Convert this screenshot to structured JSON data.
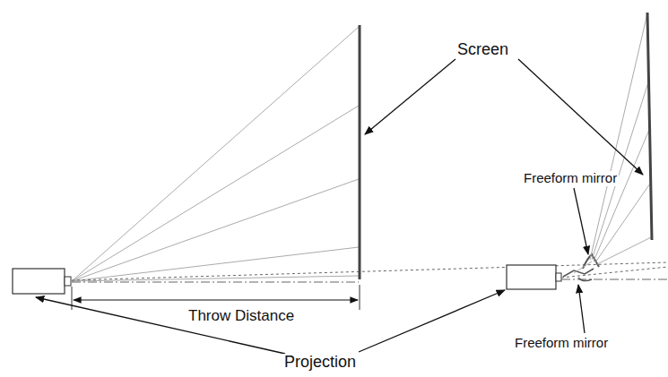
{
  "diagram": {
    "labels": [
      "Screen",
      "Freeform mirror",
      "Freeform mirror",
      "Throw Distance",
      "Projection"
    ]
  }
}
